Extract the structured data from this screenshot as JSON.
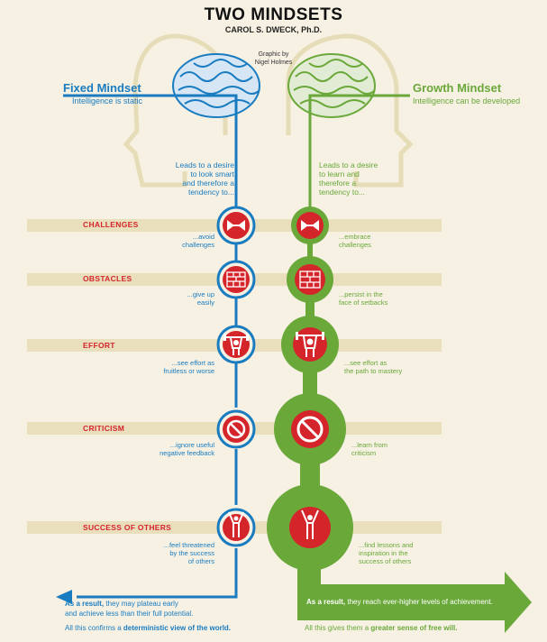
{
  "header": {
    "title": "TWO MINDSETS",
    "author": "CAROL S. DWECK, Ph.D.",
    "credit_line1": "Graphic by",
    "credit_line2": "Nigel Holmes"
  },
  "colors": {
    "fixed": "#1a7cc0",
    "growth": "#6aa83a",
    "icon_red": "#d4252a",
    "band": "#e9dfbd",
    "background": "#f6f1e3",
    "brain_fixed": "#6fa7d4",
    "brain_growth": "#a9c48a",
    "head_outline": "#e6ddb8"
  },
  "fixed": {
    "title": "Fixed Mindset",
    "subtitle": "Intelligence is static",
    "lead_lines": [
      "Leads to a desire",
      "to look smart",
      "and therefore a",
      "tendency to..."
    ],
    "responses": [
      [
        "...avoid",
        "challenges"
      ],
      [
        "...give up",
        "easily"
      ],
      [
        "...see effort as",
        "fruitless or worse"
      ],
      [
        "...ignore useful",
        "negative feedback"
      ],
      [
        "...feel threatened",
        "by the success",
        "of others"
      ]
    ],
    "result_bold": "As a result,",
    "result_rest": " they may plateau early",
    "result_line2": "and achieve less than their full potential.",
    "confirm_prefix": "All this confirms a ",
    "confirm_bold": "deterministic view of the world."
  },
  "growth": {
    "title": "Growth Mindset",
    "subtitle": "Intelligence can be developed",
    "lead_lines": [
      "Leads to a desire",
      "to learn and",
      "therefore a",
      "tendency to..."
    ],
    "responses": [
      [
        "...embrace",
        "challenges"
      ],
      [
        "...persist in the",
        "face of setbacks"
      ],
      [
        "...see effort as",
        "the path to mastery"
      ],
      [
        "...learn from",
        "criticism"
      ],
      [
        "...find lessons and",
        "inspiration in the",
        "success of others"
      ]
    ],
    "result_bold": "As a result,",
    "result_rest": " they reach ever-higher levels of achievement.",
    "confirm_prefix": "All this gives them a ",
    "confirm_bold": "greater sense of free will."
  },
  "categories": [
    "CHALLENGES",
    "OBSTACLES",
    "EFFORT",
    "CRITICISM",
    "SUCCESS OF OTHERS"
  ],
  "icons": [
    "challenge-arrows-icon",
    "brick-wall-icon",
    "weightlifter-icon",
    "no-sign-icon",
    "cheering-person-icon"
  ]
}
